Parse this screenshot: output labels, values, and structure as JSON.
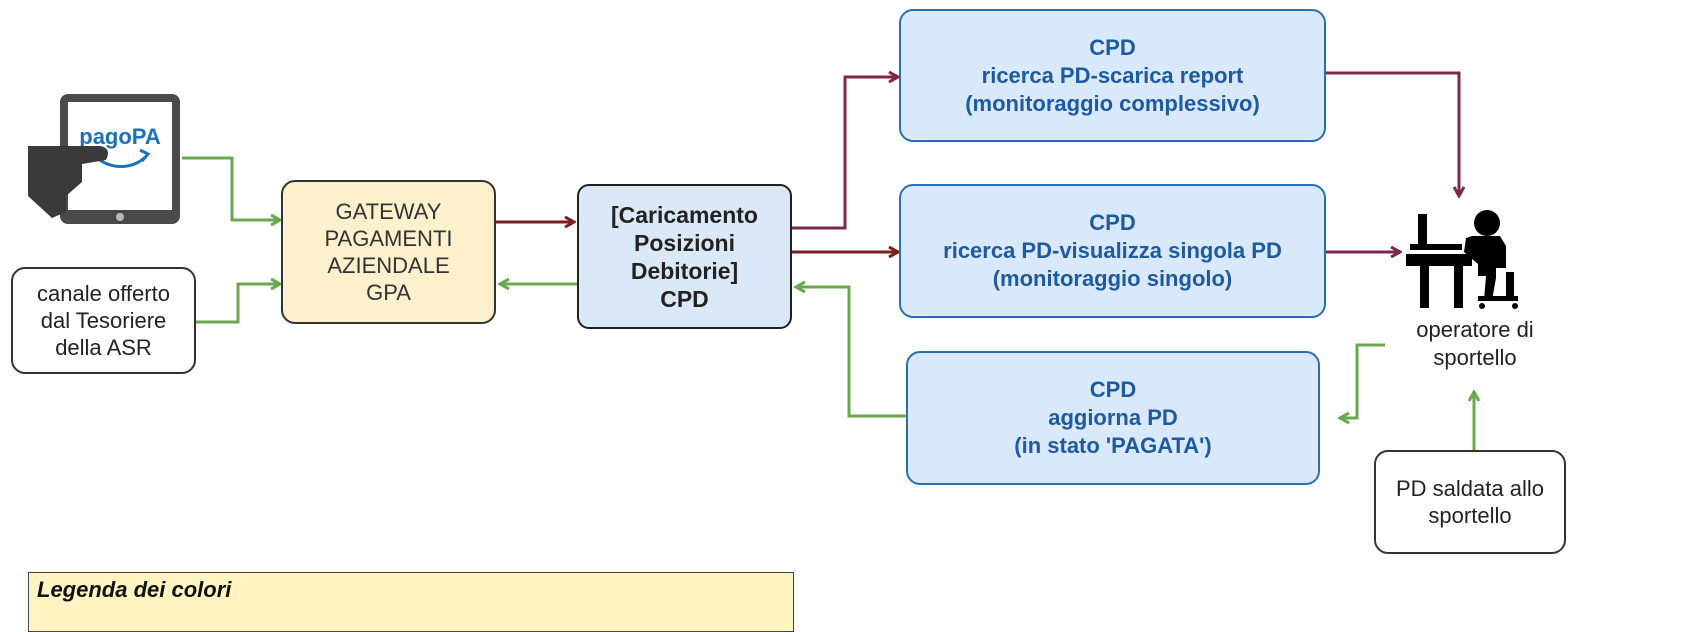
{
  "nodes": {
    "pagopa_logo_text": "pagoPA",
    "gpa": [
      "GATEWAY",
      "PAGAMENTI",
      "AZIENDALE",
      "GPA"
    ],
    "canale": [
      "canale offerto",
      "dal Tesoriere",
      "della ASR"
    ],
    "cpd_main": [
      "[Caricamento",
      "Posizioni",
      "Debitorie]",
      "CPD"
    ],
    "cpd_report": [
      "CPD",
      "ricerca PD-scarica report",
      "(monitoraggio complessivo)"
    ],
    "cpd_single": [
      "CPD",
      "ricerca PD-visualizza singola PD",
      "(monitoraggio singolo)"
    ],
    "cpd_update": [
      "CPD",
      "aggiorna PD",
      "(in stato 'PAGATA')"
    ],
    "operator_label": [
      "operatore di",
      "sportello"
    ],
    "pd_saldata": [
      "PD saldata allo",
      "sportello"
    ]
  },
  "legend": {
    "title": "Legenda dei colori"
  },
  "colors": {
    "green_arrow": "#6aa84f",
    "dark_red_arrow": "#7a1f1f",
    "purple_arrow": "#7b2a4a",
    "cpd_text": "#1e5aa0",
    "gpa_fill": "#fdf0cc",
    "cpd_fill": "#dae8fc"
  },
  "icons": [
    "pagopa-tablet-icon",
    "operator-desk-icon"
  ]
}
